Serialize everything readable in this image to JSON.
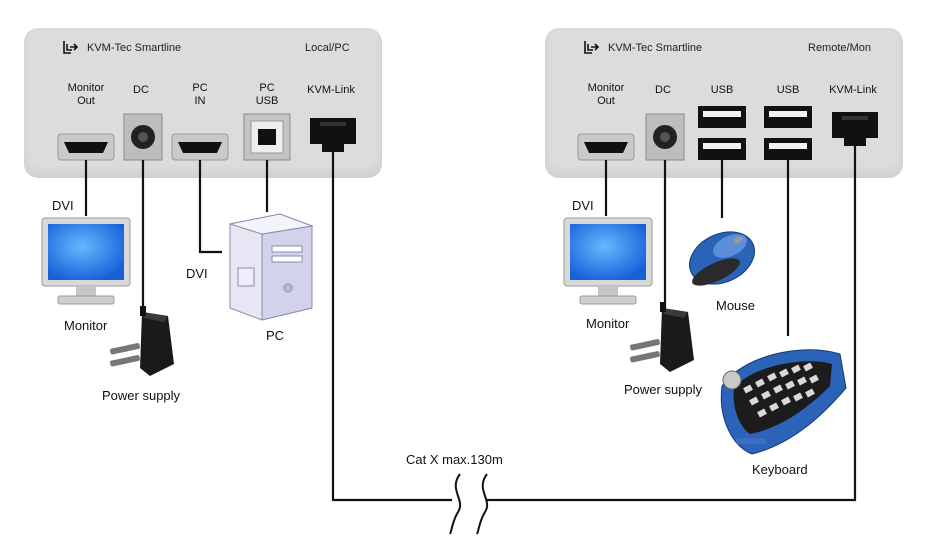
{
  "local": {
    "brand": "KVM-Tec Smartline",
    "corner": "Local/PC",
    "ports": {
      "monitor_out_line1": "Monitor",
      "monitor_out_line2": "Out",
      "dc": "DC",
      "pc_in_line1": "PC",
      "pc_in_line2": "IN",
      "pc_usb_line1": "PC",
      "pc_usb_line2": "USB",
      "kvm_link": "KVM-Link"
    },
    "devices": {
      "dvi_monitor": "DVI",
      "monitor": "Monitor",
      "dvi_pc": "DVI",
      "pc": "PC",
      "power": "Power supply"
    }
  },
  "remote": {
    "brand": "KVM-Tec Smartline",
    "corner": "Remote/Mon",
    "ports": {
      "monitor_out_line1": "Monitor",
      "monitor_out_line2": "Out",
      "dc": "DC",
      "usb1": "USB",
      "usb2": "USB",
      "kvm_link": "KVM-Link"
    },
    "devices": {
      "dvi_monitor": "DVI",
      "monitor": "Monitor",
      "power": "Power supply",
      "mouse": "Mouse",
      "keyboard": "Keyboard"
    }
  },
  "cable": {
    "label": "Cat X max.130m"
  },
  "colors": {
    "panel": "#dcdcdc",
    "screen": "#1e7be8",
    "keyboard_blue": "#2a63b8"
  }
}
